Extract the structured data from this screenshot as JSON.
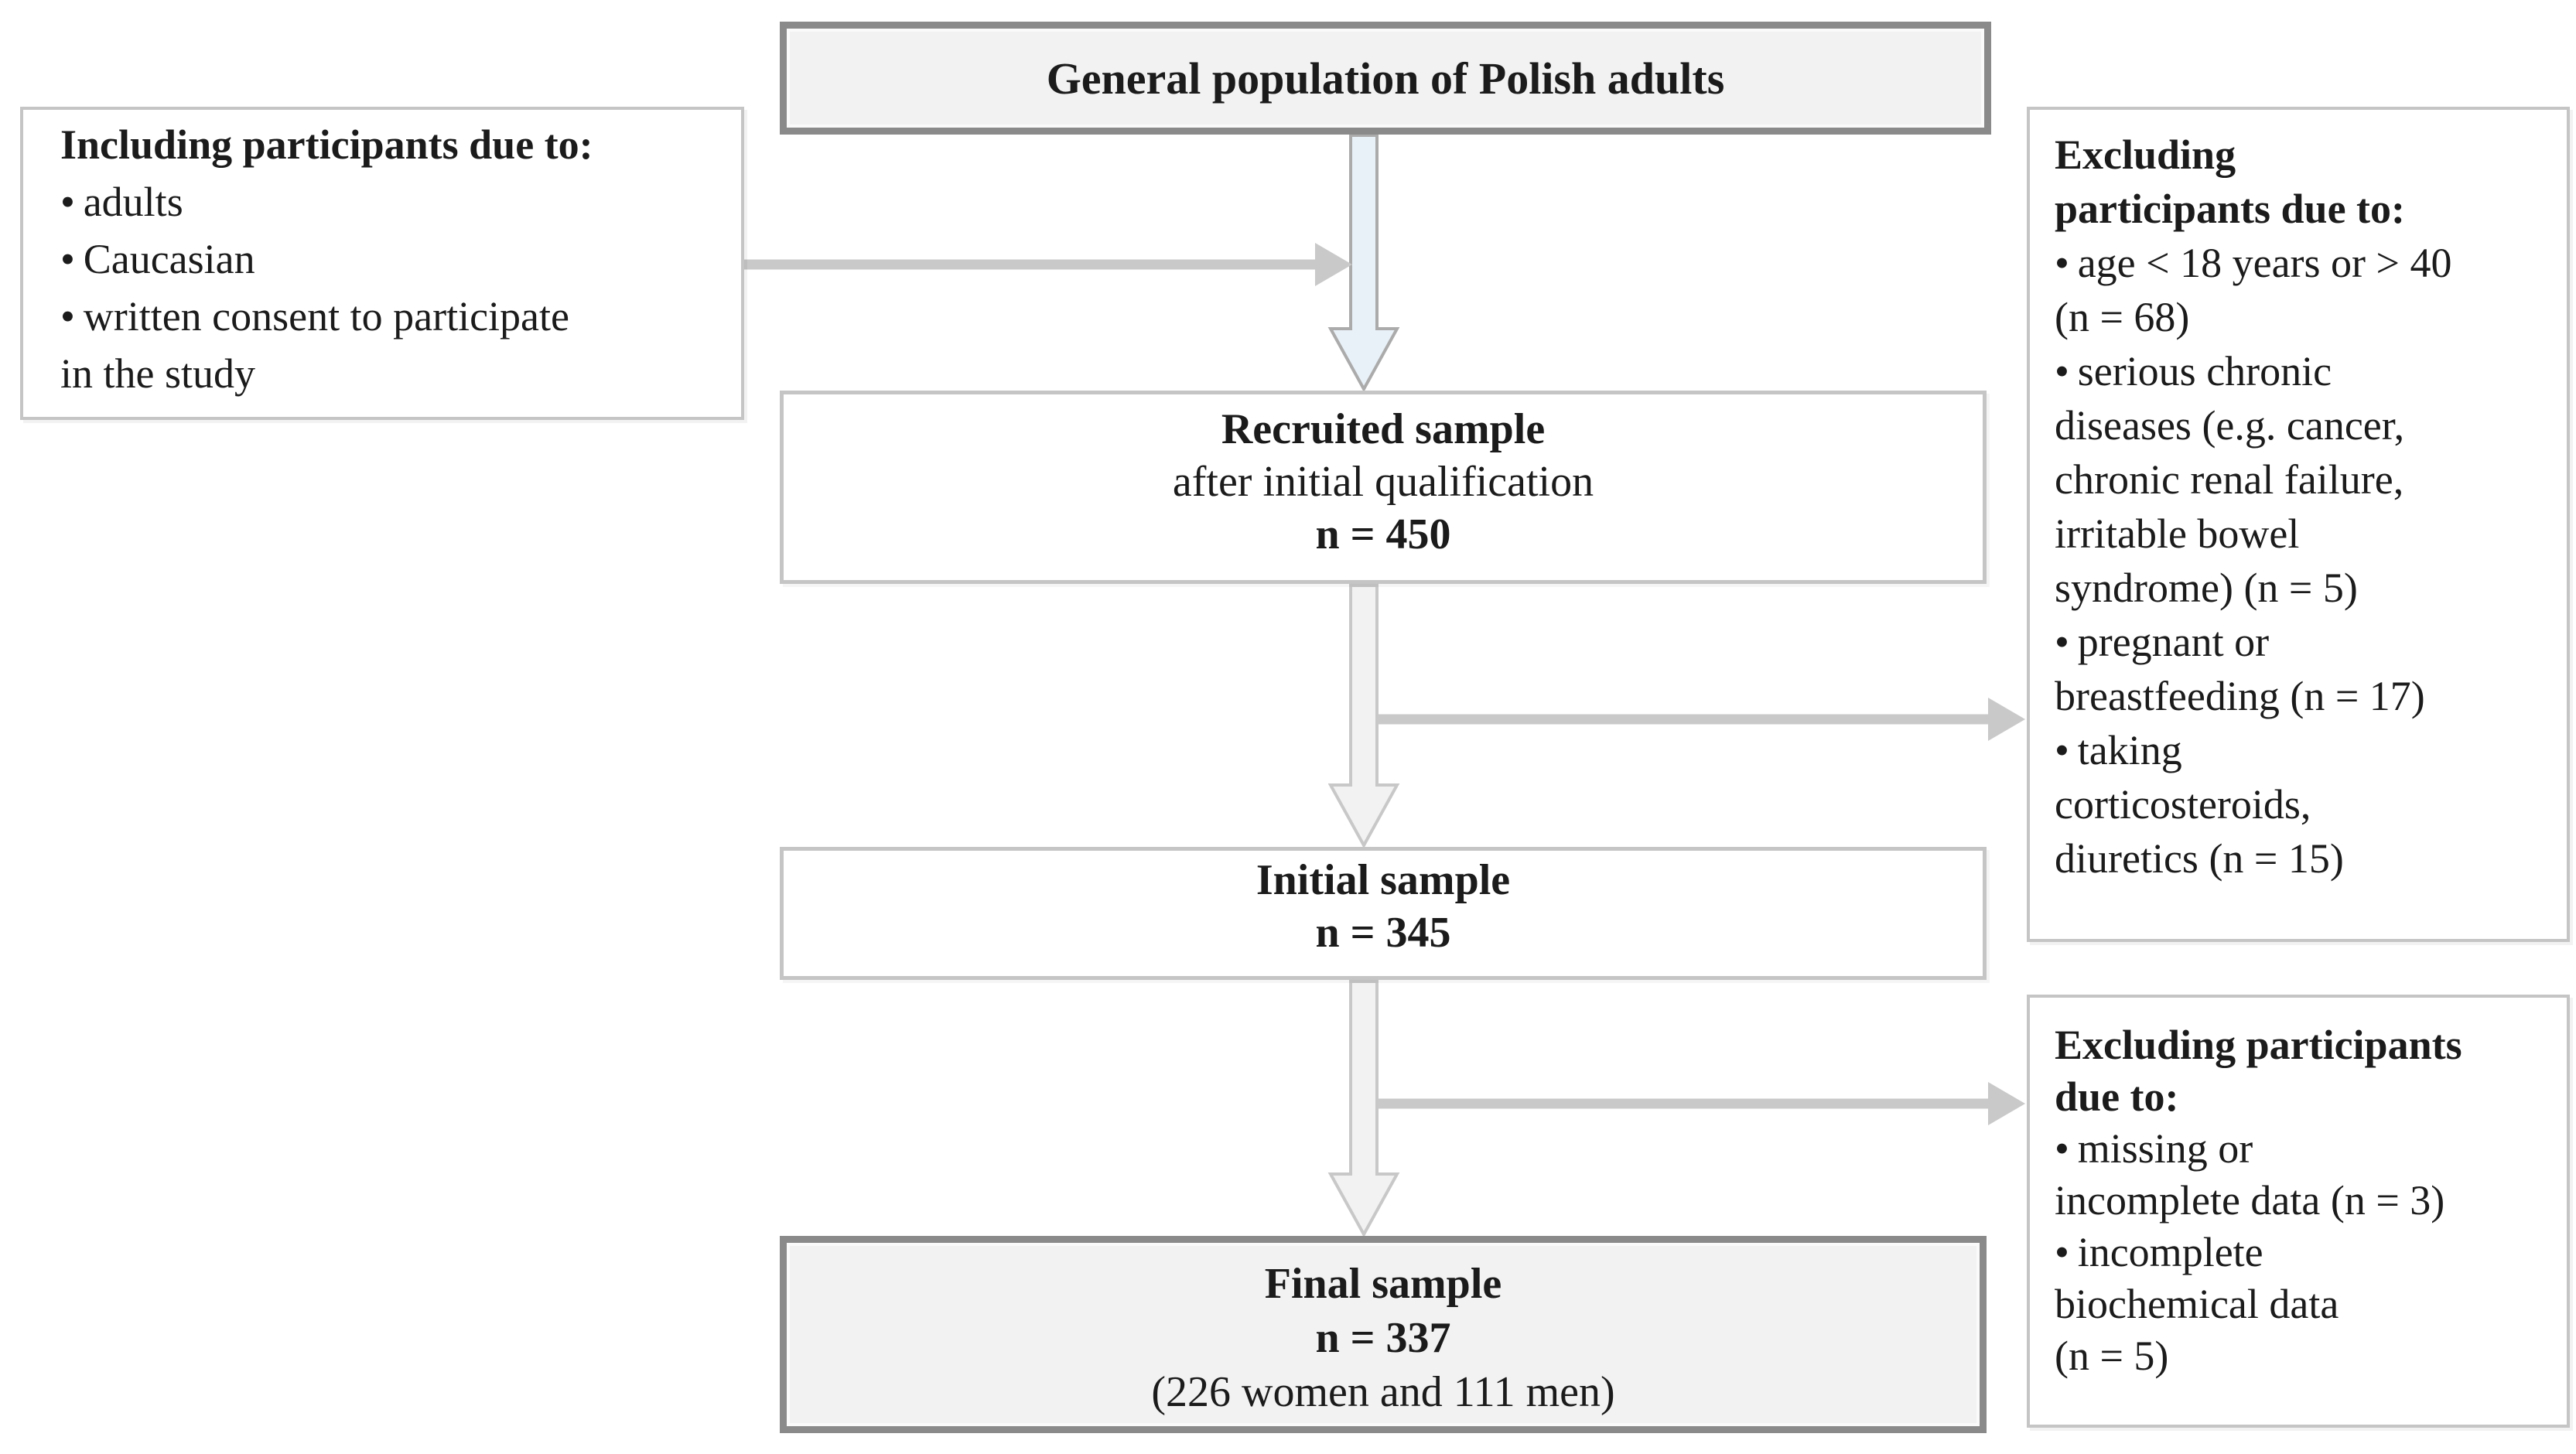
{
  "diagram": {
    "top_box": {
      "title": "General population of Polish adults"
    },
    "include_box": {
      "heading": "Including participants due to:",
      "lines": [
        "• adults",
        "• Caucasian",
        "• written consent to participate",
        "in the study"
      ]
    },
    "recruited_box": {
      "title": "Recruited sample",
      "subtitle": "after initial qualification",
      "count": "n = 450"
    },
    "initial_box": {
      "title": "Initial sample",
      "count": "n = 345"
    },
    "final_box": {
      "title": "Final sample",
      "count": "n = 337",
      "detail": "(226 women and 111 men)"
    },
    "exclude_box_1": {
      "heading_lines": [
        "Excluding",
        "participants due to:"
      ],
      "lines": [
        "• age < 18 years or > 40",
        "(n = 68)",
        "• serious chronic",
        "diseases (e.g. cancer,",
        "chronic renal failure,",
        "irritable bowel",
        "syndrome) (n = 5)",
        "• pregnant or",
        "breastfeeding (n = 17)",
        "• taking",
        "corticosteroids,",
        "diuretics (n = 15)"
      ]
    },
    "exclude_box_2": {
      "heading_lines": [
        "Excluding participants",
        "due to:"
      ],
      "lines": [
        "• missing or",
        "incomplete data (n = 3)",
        "• incomplete",
        "biochemical data",
        "(n = 5)"
      ]
    },
    "colors": {
      "text": "#1b1b1b",
      "panel_fill": "#f2f2f2",
      "border_dark": "#8a8a8a",
      "border_light": "#c5c5c5",
      "arrow_blue_fill": "#e9f1f8",
      "arrow_gray_fill": "#f2f2f2",
      "arrow_outline": "#ababab",
      "arrow_outline_light": "#c8c8c8",
      "connector_gray": "#c9c9c9"
    }
  }
}
